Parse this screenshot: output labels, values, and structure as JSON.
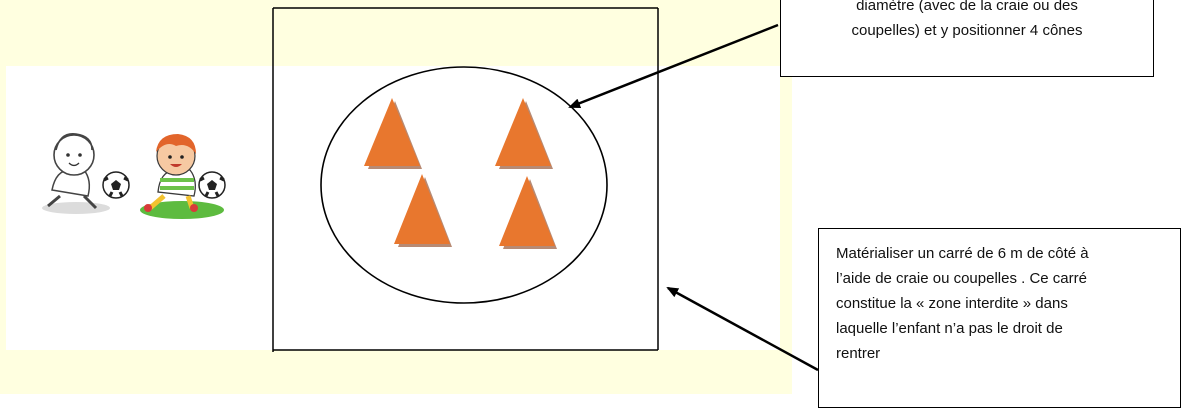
{
  "notes": {
    "circle_note": {
      "line1": "diamètre (avec de la craie ou des",
      "line2": "coupelles) et y positionner 4 cônes"
    },
    "square_note": {
      "line1": "Matérialiser un carré de 6 m de côté à",
      "line2": "l’aide de craie ou coupelles . Ce carré",
      "line3": "constitue la « zone interdite » dans",
      "line4": "laquelle l’enfant n’a pas le droit de",
      "line5": "rentrer"
    }
  },
  "colors": {
    "background_highlight": "#ffffe0",
    "cone": "#e8772e",
    "cone_shadow": "#b88a73",
    "grass": "#5dbb3f"
  },
  "icons": [
    "child-outline-icon",
    "child-colored-icon",
    "soccer-ball-icon",
    "traffic-cone-icon"
  ]
}
